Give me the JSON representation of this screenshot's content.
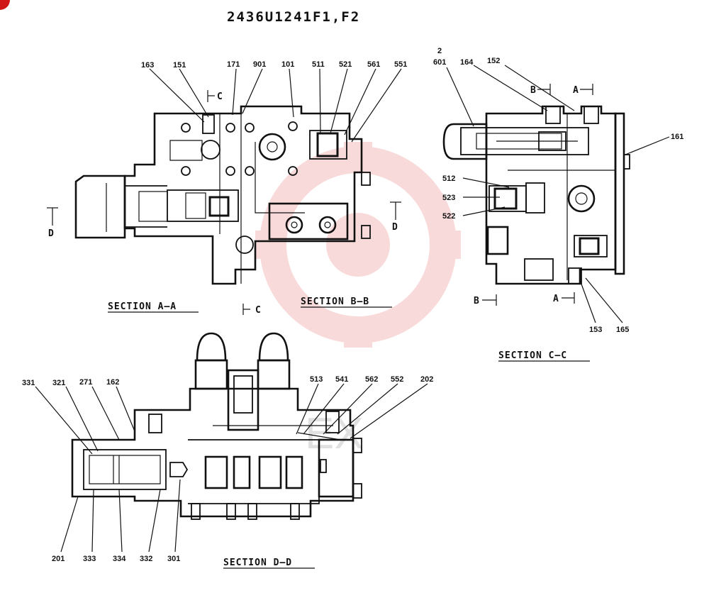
{
  "title": "2436U1241F1,F2",
  "watermark": "EX",
  "sections": {
    "aa": "SECTION A—A",
    "bb": "SECTION B—B",
    "cc": "SECTION C—C",
    "dd": "SECTION D—D"
  },
  "cut_marks": {
    "c_top": "C",
    "c_bot": "C",
    "d_left": "D",
    "d_right": "D",
    "b_top": "B",
    "a_top": "A",
    "b_bot": "B",
    "a_bot": "A"
  },
  "labels": {
    "aa": [
      "163",
      "151",
      "171",
      "901",
      "101",
      "511",
      "521",
      "561",
      "551"
    ],
    "cc": [
      "2",
      "601",
      "164",
      "152",
      "161",
      "512",
      "523",
      "522",
      "153",
      "165"
    ],
    "dd": [
      "331",
      "321",
      "271",
      "162",
      "513",
      "541",
      "562",
      "552",
      "202",
      "201",
      "333",
      "334",
      "332",
      "301"
    ]
  }
}
